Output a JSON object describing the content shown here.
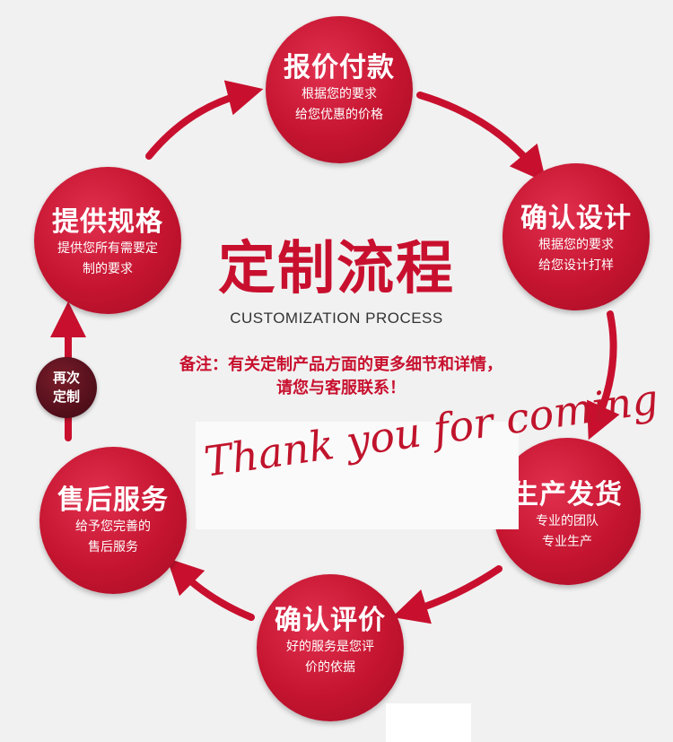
{
  "diagram": {
    "center": {
      "title": "定制流程",
      "subtitle": "CUSTOMIZATION PROCESS",
      "note_line1": "备注：有关定制产品方面的更多细节和详情，",
      "note_line2": "请您与客服联系！",
      "thanks": "Thank you for coming"
    },
    "steps": [
      {
        "title": "报价付款",
        "desc1": "根据您的要求",
        "desc2": "给您优惠的价格"
      },
      {
        "title": "确认设计",
        "desc1": "根据您的要求",
        "desc2": "给您设计打样"
      },
      {
        "title": "生产发货",
        "desc1": "专业的团队",
        "desc2": "专业生产"
      },
      {
        "title": "确认评价",
        "desc1": "好的服务是您评",
        "desc2": "价的依据"
      },
      {
        "title": "售后服务",
        "desc1": "给予您完善的",
        "desc2": "售后服务"
      },
      {
        "title": "提供规格",
        "desc1": "提供您所有需要定",
        "desc2": "制的要求"
      }
    ],
    "repeat": {
      "line1": "再次",
      "line2": "定制"
    },
    "colors": {
      "primary": "#c8102e",
      "dark": "#55101c",
      "background": "#f1f1f1"
    }
  }
}
